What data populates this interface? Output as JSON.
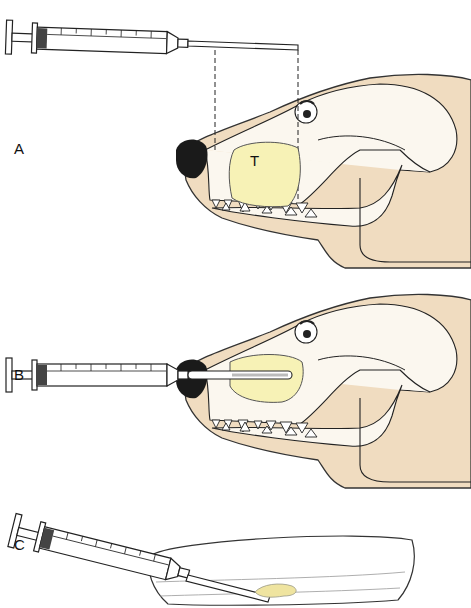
{
  "diagram": {
    "nodes": [
      {
        "text": [
          "T"
        ]
      }
    ],
    "labels": [
      "A",
      "B",
      "C"
    ]
  }
}
